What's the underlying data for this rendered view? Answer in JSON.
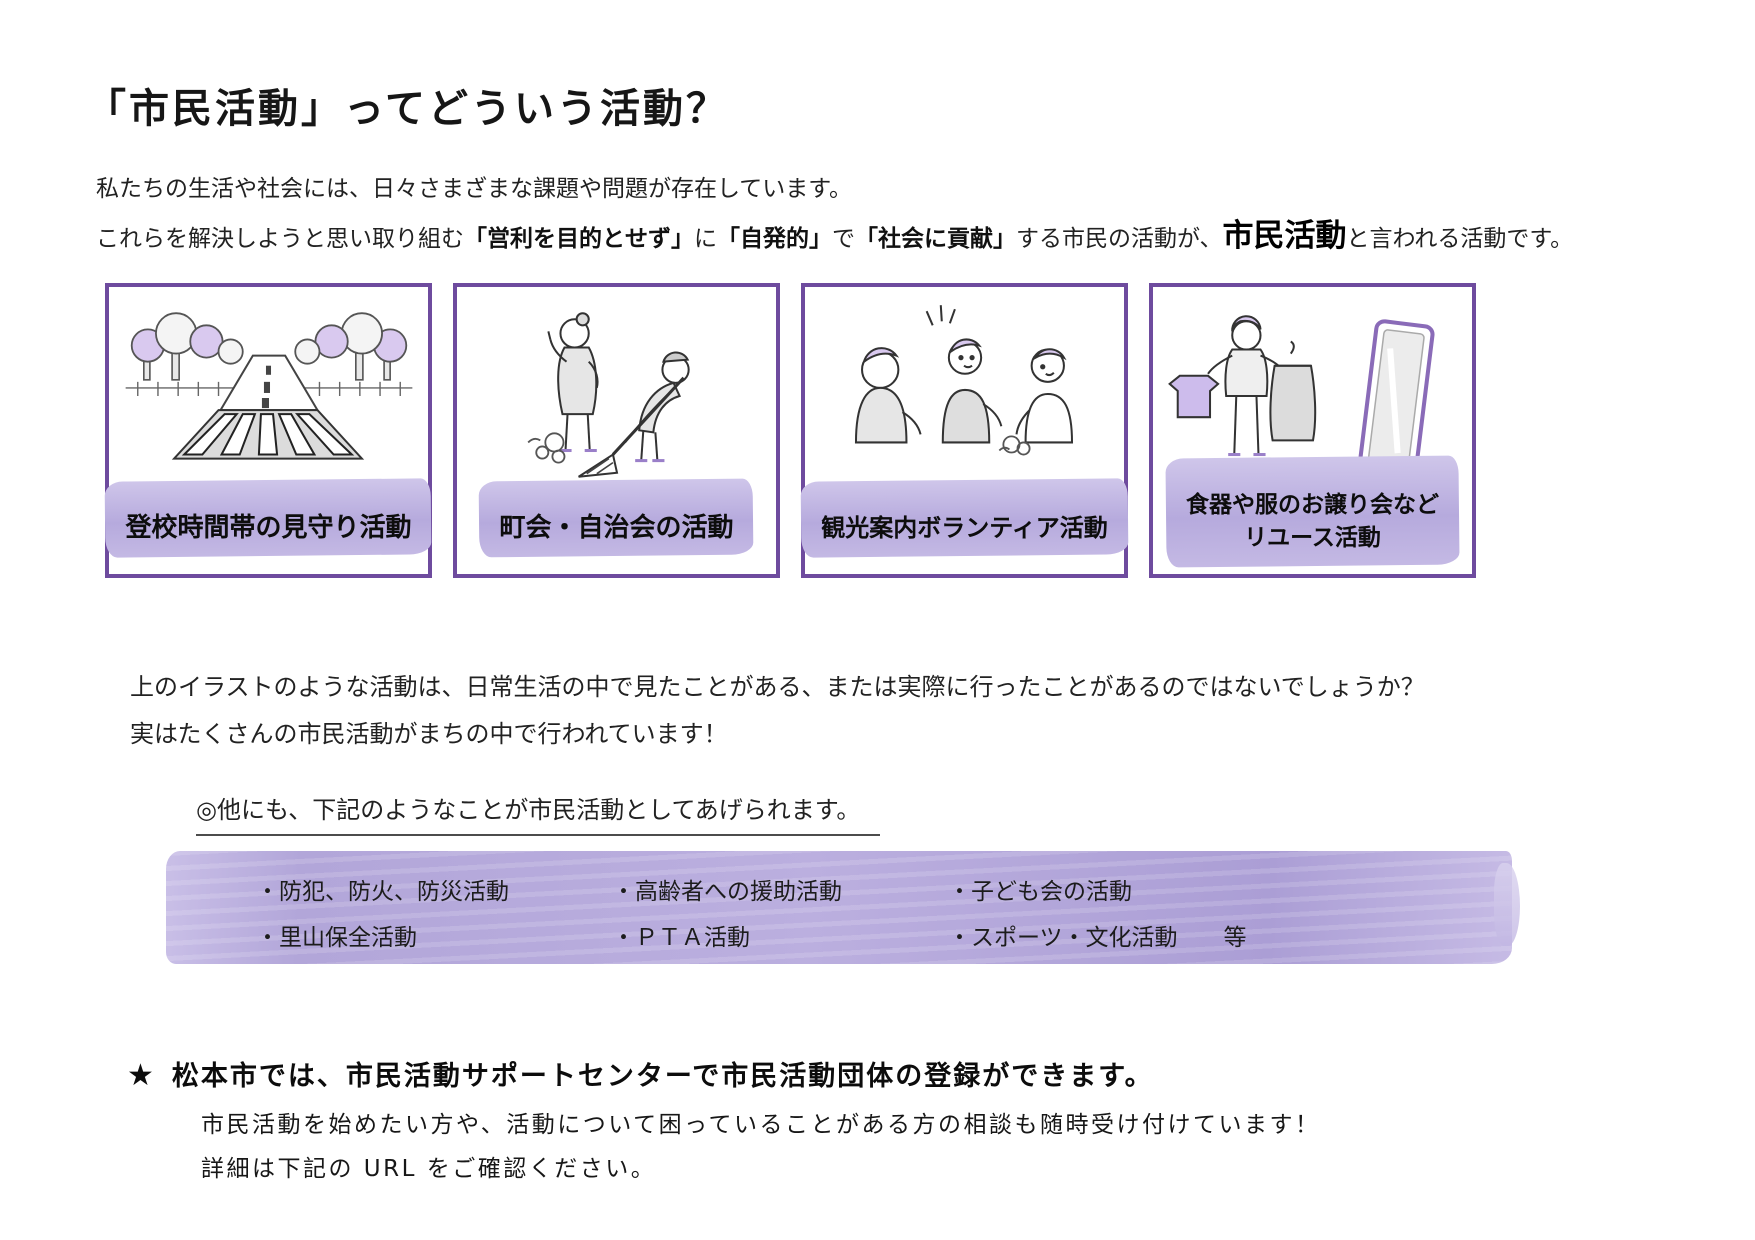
{
  "colors": {
    "purple_border": "#6e4b9e",
    "purple_highlight": "#b6aadd",
    "purple_light": "#d9c9ef",
    "text_dark": "#1f1f1f"
  },
  "title": "「市民活動」ってどういう活動？",
  "intro": {
    "line1": "私たちの生活や社会には、日々さまざまな課題や問題が存在しています。",
    "line2": {
      "p1": "これらを解決しようと思い取り組む",
      "p2": "「営利を目的とせず」",
      "p3": "に",
      "p4": "「自発的」",
      "p5": "で",
      "p6": "「社会に貢献」",
      "p7": "する市民の活動が、",
      "p8": "市民活動",
      "p9": "と言われる活動です。"
    }
  },
  "cards": [
    {
      "caption": "登校時間帯の見守り活動",
      "illustration": "school-route-crosswalk"
    },
    {
      "caption": "町会・自治会の活動",
      "illustration": "neighborhood-sweeping"
    },
    {
      "caption": "観光案内ボランティア活動",
      "illustration": "tourist-guide-conversation"
    },
    {
      "caption": "食器や服のお譲り会など\nリユース活動",
      "illustration": "reuse-clothes-and-mirror"
    }
  ],
  "body": {
    "line1": "上のイラストのような活動は、日常生活の中で見たことがある、または実際に行ったことがあるのではないでしょうか？",
    "line2": "実はたくさんの市民活動がまちの中で行われています！"
  },
  "others_heading": "◎他にも、下記のようなことが市民活動としてあげられます。",
  "activity_list": {
    "row1": [
      "・防犯、防火、防災活動",
      "・高齢者への援助活動",
      "・子ども会の活動"
    ],
    "row2": [
      "・里山保全活動",
      "・ＰＴＡ活動",
      "・スポーツ・文化活動　　等"
    ]
  },
  "footer": {
    "star": "★",
    "headline": "松本市では、市民活動サポートセンターで市民活動団体の登録ができます。",
    "line1": "市民活動を始めたい方や、活動について困っていることがある方の相談も随時受け付けています！",
    "line2": "詳細は下記の URL をご確認ください。"
  }
}
